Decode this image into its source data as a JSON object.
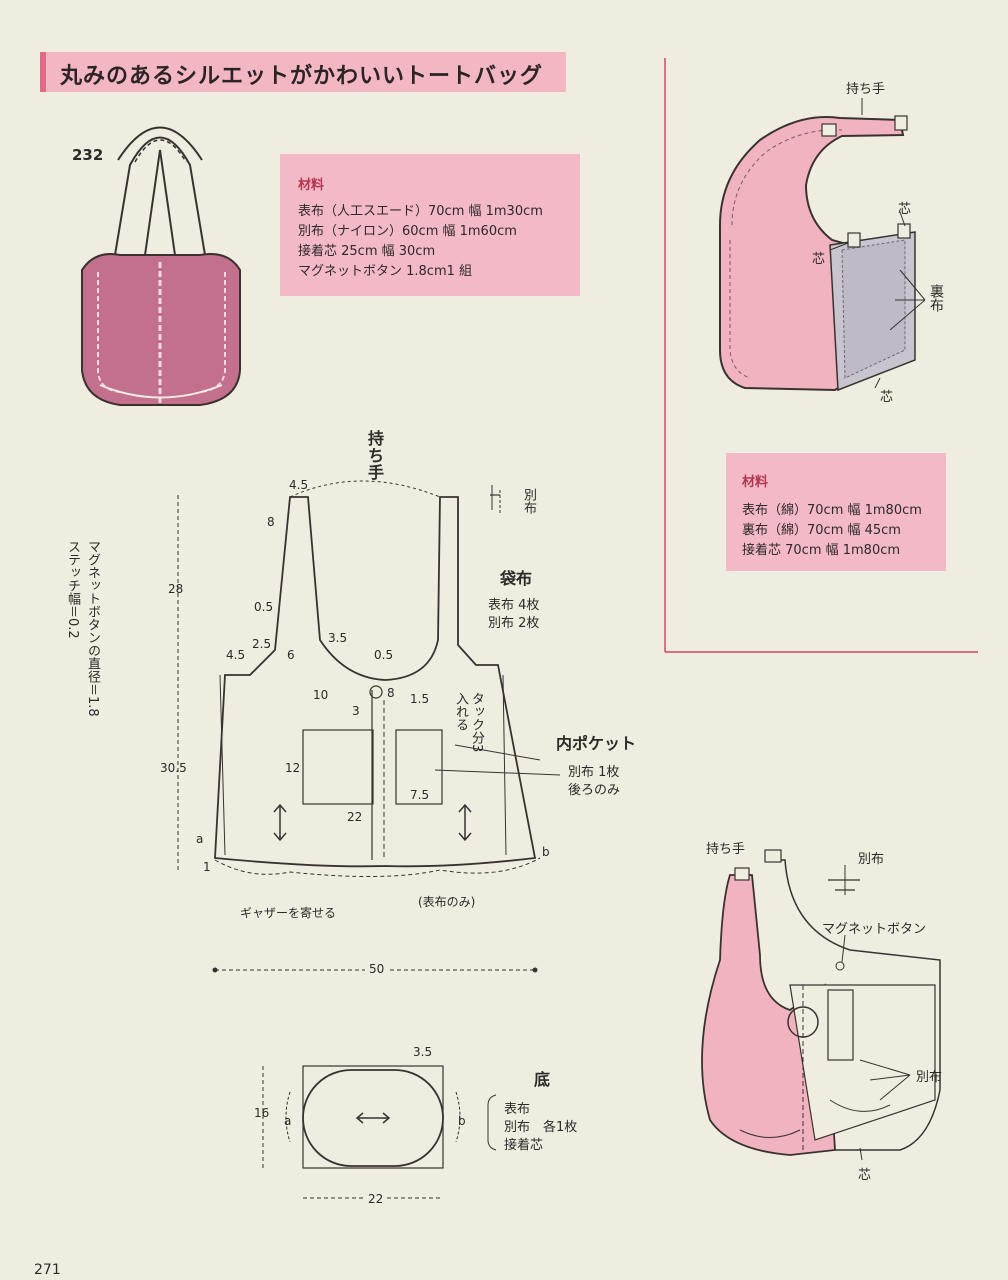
{
  "page": {
    "title": "丸みのあるシルエットがかわいいトートバッグ",
    "item_number": "232",
    "page_number": "271"
  },
  "materials_left": {
    "heading": "材料",
    "lines": [
      "表布（人工スエード）70cm 幅 1m30cm",
      "別布（ナイロン）60cm 幅 1m60cm",
      "接着芯 25cm 幅 30cm",
      "マグネットボタン 1.8cm1 組"
    ]
  },
  "materials_right": {
    "heading": "材料",
    "lines": [
      "表布（綿）70cm 幅 1m80cm",
      "裏布（綿）70cm 幅 45cm",
      "接着芯 70cm 幅 1m80cm"
    ]
  },
  "inside_diagram": {
    "handle": "持ち手",
    "interfacing_a": "芯",
    "interfacing_b": "芯",
    "interfacing_c": "芯",
    "lining": "裏布"
  },
  "pattern": {
    "handle_title": "持ち手",
    "contrast_label": "別布",
    "body_title": "袋布",
    "body_note_1": "表布 4枚",
    "body_note_2": "別布 2枚",
    "pocket_title": "内ポケット",
    "pocket_note_1": "別布 1枚",
    "pocket_note_2": "後ろのみ",
    "tuck_note": "タック分3入れる",
    "magnet_note": "マグネットボタンの直径＝1.8",
    "stitch_note": "ステッチ幅＝0.2",
    "gather_note": "ギャザーを寄せる",
    "outer_only": "(表布のみ)",
    "point_a": "a",
    "point_b": "b",
    "dims": {
      "handle_width": "4.5",
      "handle_8": "8",
      "height_28": "28",
      "d_0_5a": "0.5",
      "d_2_5": "2.5",
      "d_6": "6",
      "d_3_5": "3.5",
      "d_0_5b": "0.5",
      "d_4_5": "4.5",
      "d_10": "10",
      "d_8": "8",
      "d_1_5": "1.5",
      "d_3": "3",
      "height_30_5": "30.5",
      "pocket_12": "12",
      "pocket_7_5": "7.5",
      "pocket_22": "22",
      "d_1": "1",
      "width_50": "50"
    }
  },
  "bottom": {
    "title": "底",
    "note_1": "表布",
    "note_2": "別布　各1枚",
    "note_3": "接着芯",
    "d_3_5": "3.5",
    "d_16": "16",
    "d_22": "22",
    "point_a": "a",
    "point_b": "b"
  },
  "side_diagram": {
    "handle": "持ち手",
    "contrast": "別布",
    "magnet": "マグネットボタン",
    "contrast_2": "別布",
    "interfacing": "芯"
  },
  "colors": {
    "pink": "#f3b6c3",
    "magenta": "#c2708e",
    "rule": "#d2485e"
  }
}
